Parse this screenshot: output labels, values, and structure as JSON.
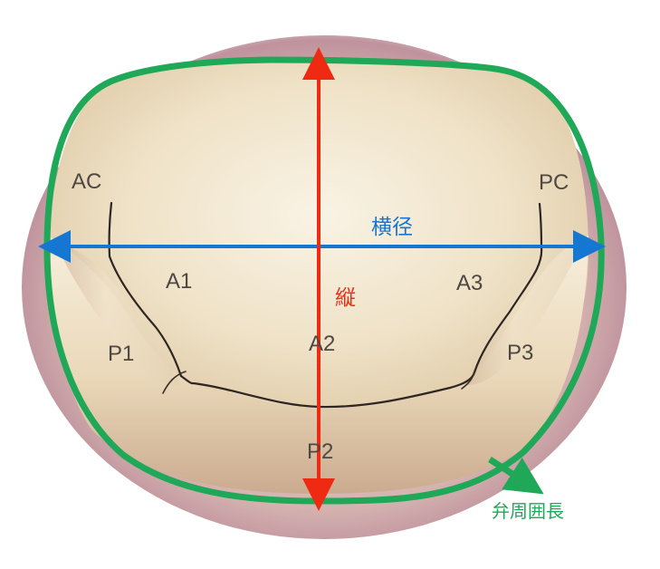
{
  "labels": {
    "ac": "AC",
    "pc": "PC",
    "a1": "A1",
    "a2": "A2",
    "a3": "A3",
    "p1": "P1",
    "p2": "P2",
    "p3": "P3"
  },
  "measurements": {
    "transverse": {
      "text": "横径",
      "color": "#1677d2"
    },
    "longitudinal": {
      "text": "縦",
      "color": "#ee2a13"
    },
    "perimeter": {
      "text": "弁周囲長",
      "color": "#1ea858"
    }
  },
  "colors": {
    "valve_tissue": "#efe4cc",
    "valve_shadow": "#c9a68e",
    "outer_halo": "#b88b93",
    "coaptation_line": "#2d2622",
    "label_text": "#4e4742"
  }
}
